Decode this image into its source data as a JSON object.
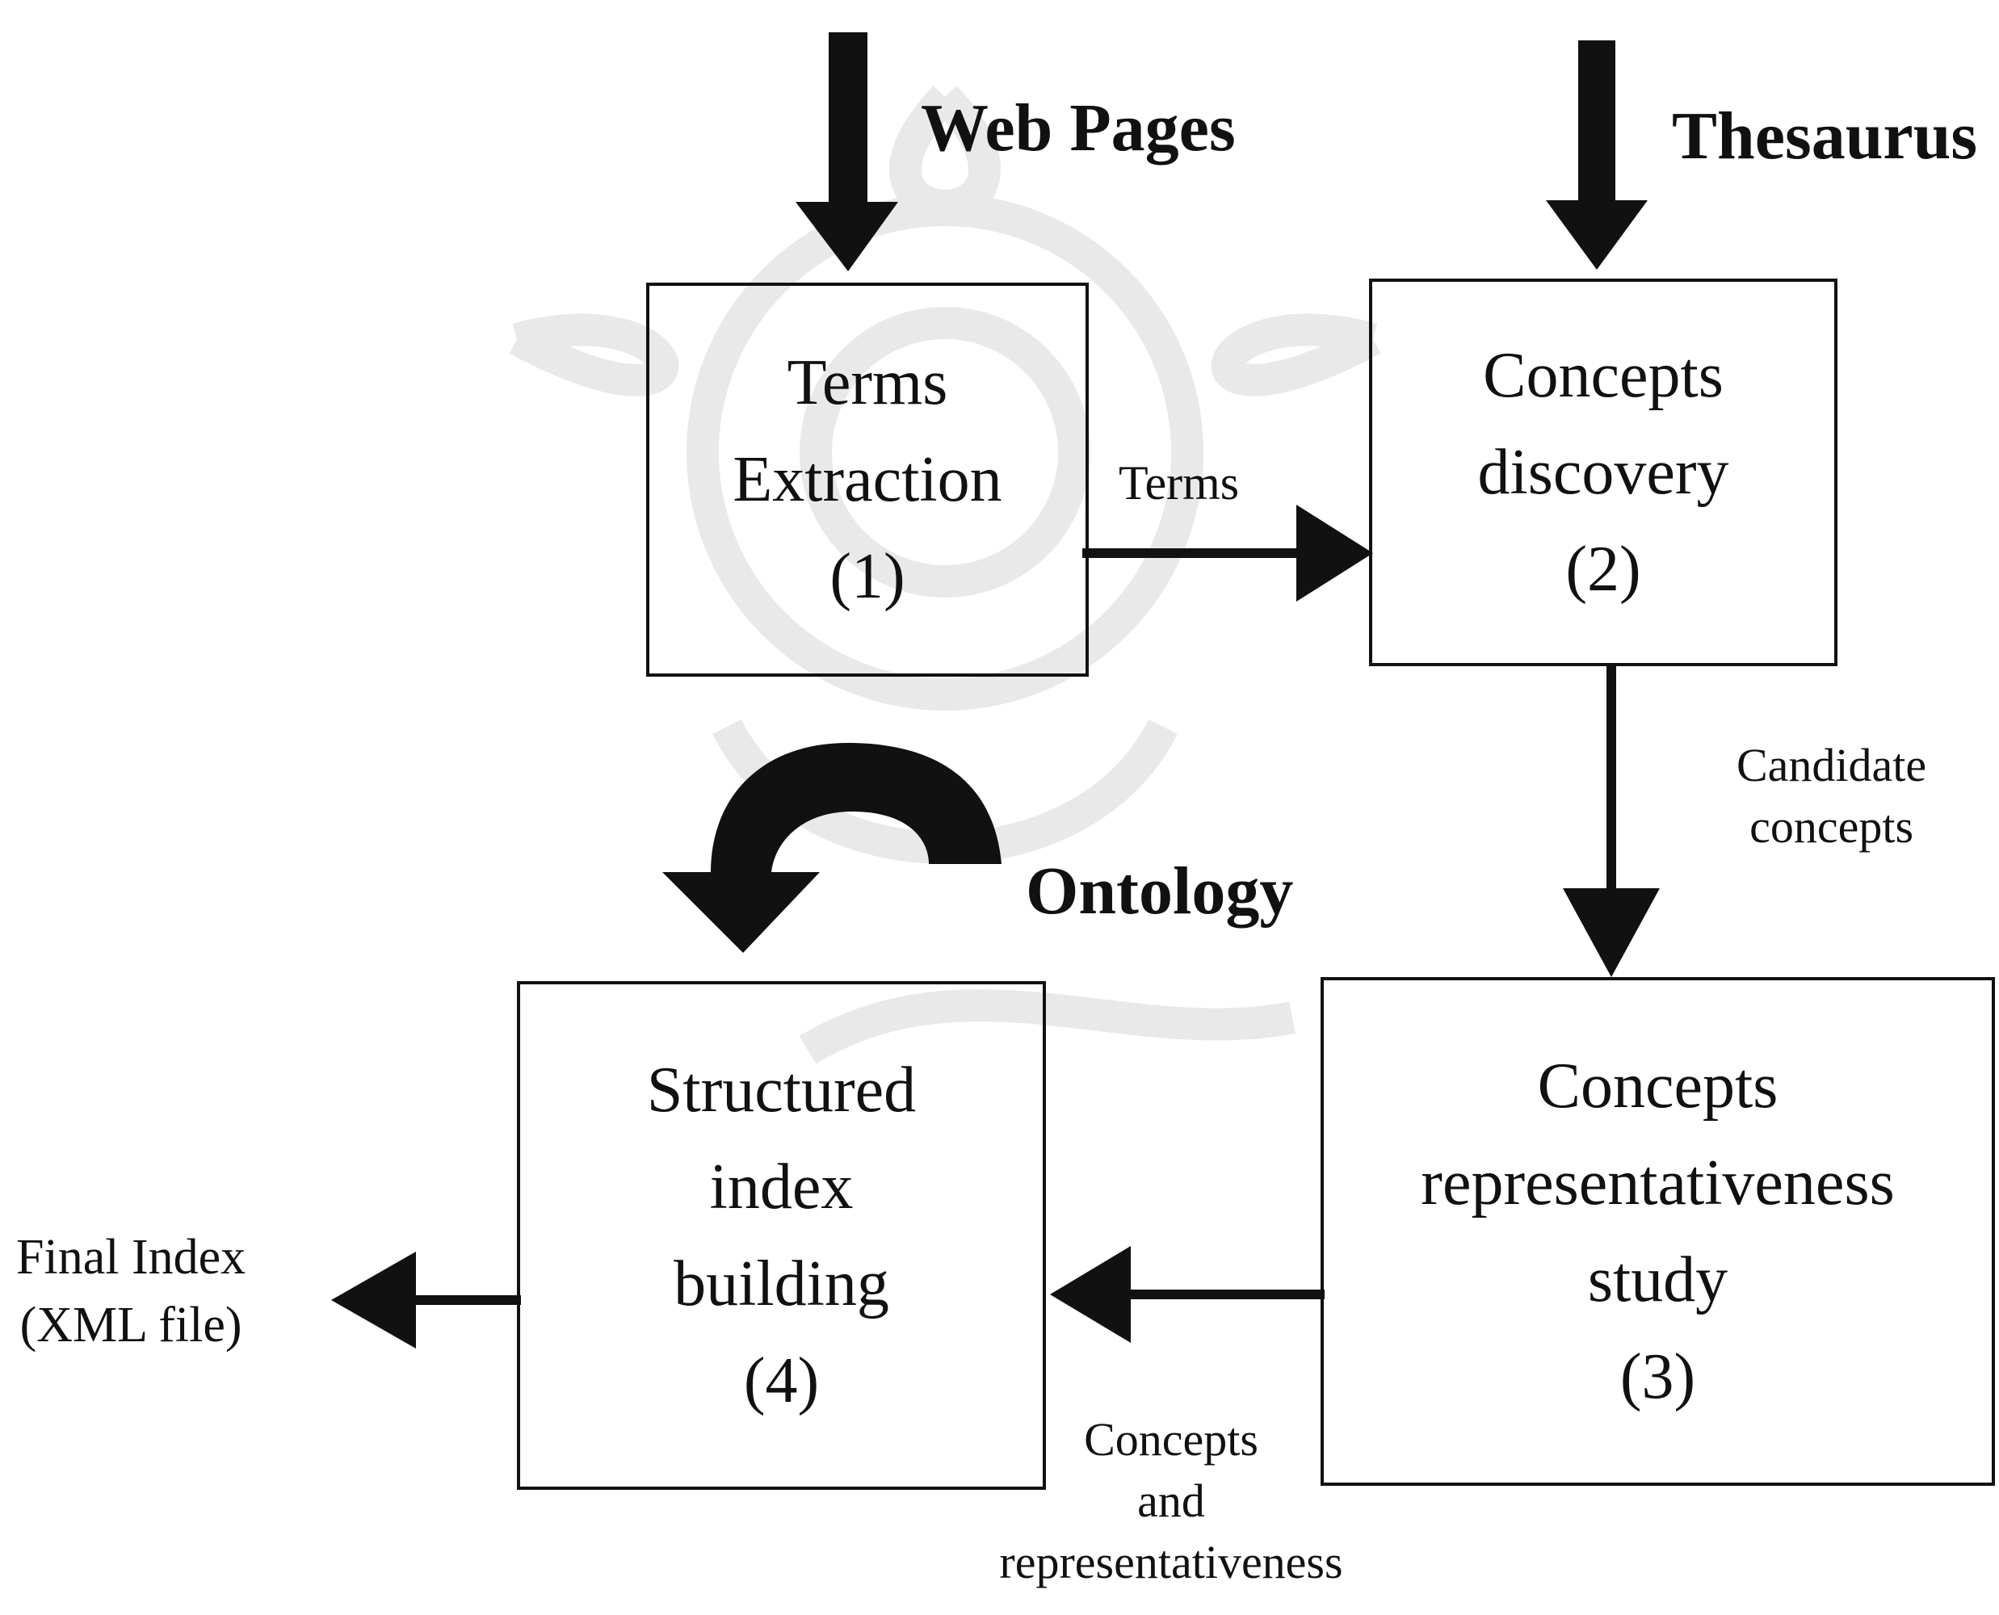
{
  "inputs": {
    "web_pages": "Web Pages",
    "thesaurus": "Thesaurus",
    "ontology": "Ontology"
  },
  "boxes": {
    "terms_extraction": [
      "Terms",
      "Extraction",
      "(1)"
    ],
    "concepts_discovery": [
      "Concepts",
      "discovery",
      "(2)"
    ],
    "concepts_representativeness": [
      "Concepts",
      "representativeness",
      "study",
      "(3)"
    ],
    "structured_index": [
      "Structured",
      "index",
      "building",
      "(4)"
    ]
  },
  "edges": {
    "terms": "Terms",
    "candidate_concepts": [
      "Candidate",
      "concepts"
    ],
    "concepts_and_representativeness": [
      "Concepts",
      "and",
      "representativeness"
    ],
    "final_index": [
      "Final Index",
      "(XML file)"
    ]
  }
}
